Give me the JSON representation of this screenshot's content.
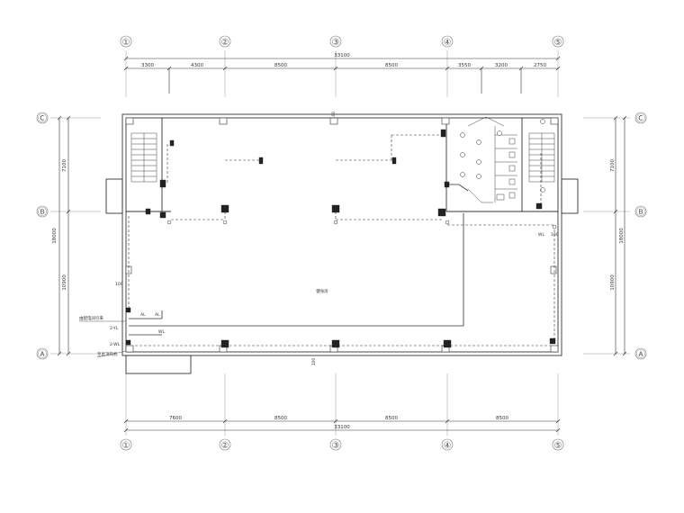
{
  "top_dimensions": {
    "total": "33100",
    "segments": [
      "3300",
      "4300",
      "8500",
      "8500",
      "3550",
      "3200",
      "2750"
    ]
  },
  "bottom_dimensions": {
    "total": "33100",
    "segments": [
      "7600",
      "8500",
      "8500",
      "8500"
    ]
  },
  "left_dimensions": {
    "total": "18000",
    "segments": [
      "7100",
      "10900"
    ]
  },
  "right_dimensions": {
    "total": "18000",
    "segments": [
      "7100",
      "10900"
    ]
  },
  "column_axes": [
    "①",
    "②",
    "③",
    "④",
    "⑤"
  ],
  "row_axes": [
    "Ⓒ",
    "Ⓑ",
    "Ⓐ"
  ],
  "room_label": "健身房",
  "elevation_labels": {
    "top_wall": "100",
    "bottom_wall": "100",
    "left_wall": "100",
    "right_wall": "100"
  },
  "feeder_notes": {
    "upper": "由配电间引来",
    "lower": "至屋顶风机",
    "lead_1": "2-YL",
    "lead_2": "2-WL",
    "box_1": "AL",
    "box_2": "AL",
    "mark_1": "WL",
    "mark_2": "WL"
  },
  "colors": {
    "line": "#333333",
    "grid": "#888888",
    "axis_circle": "#777777"
  }
}
